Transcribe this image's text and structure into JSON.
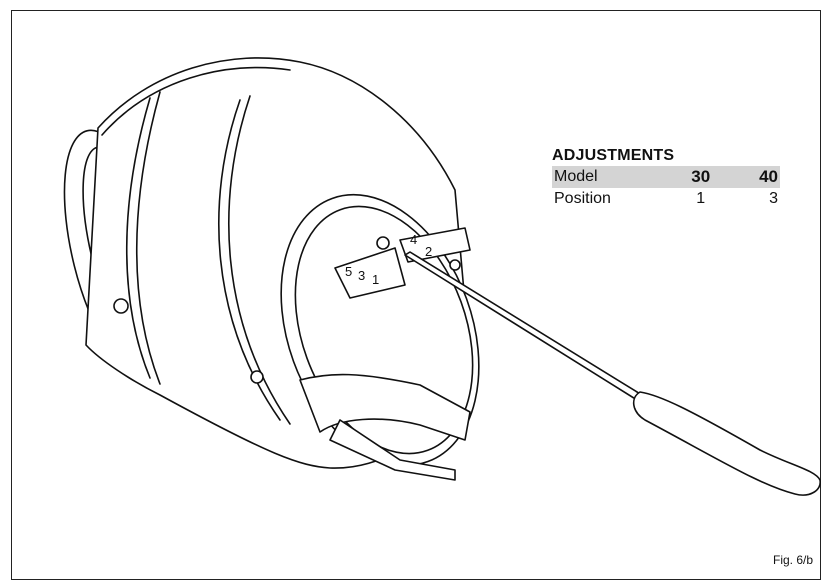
{
  "adjustments": {
    "title": "ADJUSTMENTS",
    "header": {
      "label": "Model",
      "col1": "30",
      "col2": "40"
    },
    "row": {
      "label": "Position",
      "col1": "1",
      "col2": "3"
    }
  },
  "illustration": {
    "scale_numbers": [
      "4",
      "2",
      "5",
      "3",
      "1"
    ]
  },
  "figure_label": "Fig. 6/b"
}
